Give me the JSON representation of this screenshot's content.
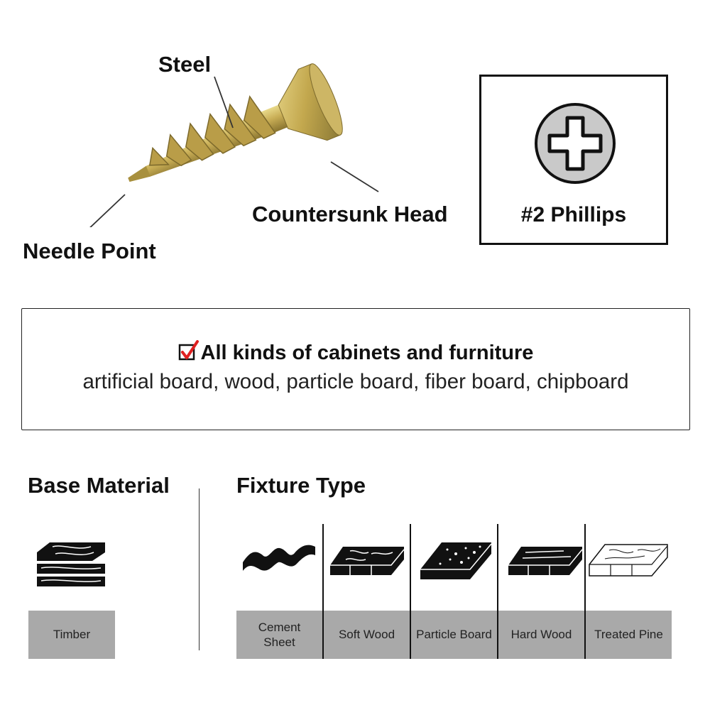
{
  "screw": {
    "labels": {
      "steel": "Steel",
      "countersunk_head": "Countersunk Head",
      "needle_point": "Needle Point"
    },
    "colors": {
      "zinc_yellow": "#c9b25a",
      "zinc_dark": "#8a7a3a"
    }
  },
  "drive": {
    "label": "#2 Phillips",
    "icon": "phillips-head-icon"
  },
  "application": {
    "title": "All kinds of cabinets and furniture",
    "description": "artificial board, wood, particle board, fiber board, chipboard",
    "check_icon": "checkbox-checked-icon",
    "check_color": "#e02020"
  },
  "base_material": {
    "title": "Base Material",
    "items": [
      {
        "label": "Timber",
        "icon": "timber-icon"
      }
    ]
  },
  "fixture_type": {
    "title": "Fixture Type",
    "items": [
      {
        "label": "Cement Sheet",
        "icon": "cement-sheet-icon"
      },
      {
        "label": "Soft Wood",
        "icon": "soft-wood-icon"
      },
      {
        "label": "Particle Board",
        "icon": "particle-board-icon"
      },
      {
        "label": "Hard Wood",
        "icon": "hard-wood-icon"
      },
      {
        "label": "Treated Pine",
        "icon": "treated-pine-icon"
      }
    ]
  },
  "colors": {
    "cell_gray": "#a9a9a9",
    "text": "#111111"
  }
}
